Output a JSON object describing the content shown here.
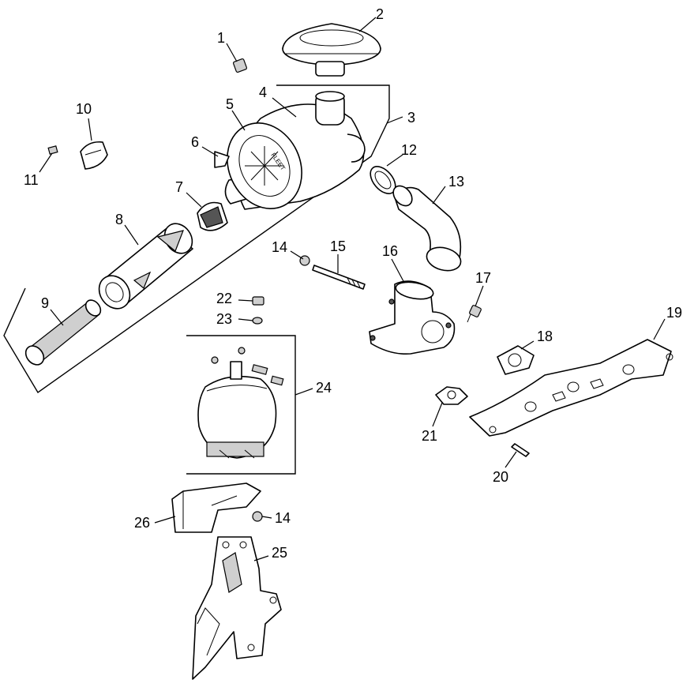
{
  "callouts": {
    "c1": "1",
    "c2": "2",
    "c3": "3",
    "c4": "4",
    "c5": "5",
    "c6": "6",
    "c7": "7",
    "c8": "8",
    "c9": "9",
    "c10": "10",
    "c11": "11",
    "c12": "12",
    "c13": "13",
    "c14a": "14",
    "c14b": "14",
    "c15": "15",
    "c16": "16",
    "c17": "17",
    "c18": "18",
    "c19": "19",
    "c20": "20",
    "c21": "21",
    "c22": "22",
    "c23": "23",
    "c24": "24",
    "c25": "25",
    "c26": "26"
  },
  "cover_logo_text": "FLEET"
}
